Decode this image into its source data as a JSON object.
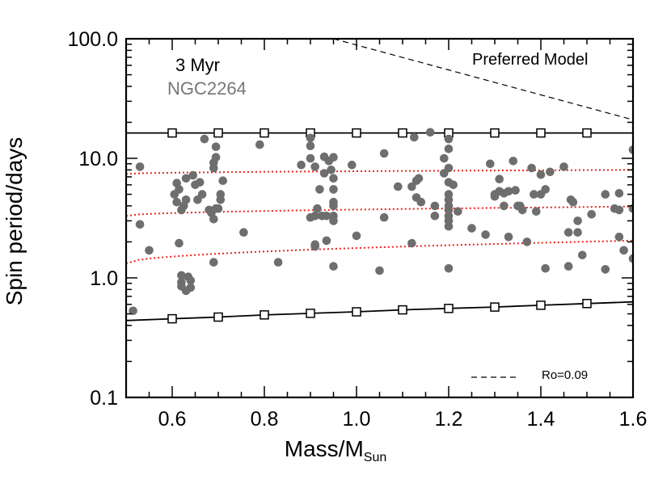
{
  "chart_data": {
    "type": "scatter",
    "xlabel_main": "Mass/M",
    "xlabel_sub": "Sun",
    "ylabel": "Spin period/days",
    "xlim": [
      0.5,
      1.6
    ],
    "ylim": [
      0.1,
      100.0
    ],
    "yscale": "log",
    "x_ticks": [
      "0.6",
      "0.8",
      "1.0",
      "1.2",
      "1.4",
      "1.6"
    ],
    "x_tick_values": [
      0.6,
      0.8,
      1.0,
      1.2,
      1.4,
      1.6
    ],
    "y_ticks": [
      "0.1",
      "1.0",
      "10.0",
      "100.0"
    ],
    "y_tick_values": [
      0.1,
      1.0,
      10.0,
      100.0
    ],
    "annotations": {
      "age": "3 Myr",
      "cluster": "NGC2264",
      "model": "Preferred Model",
      "ro_legend": "Ro=0.09"
    },
    "colors": {
      "points": "#6e6e6e",
      "percentile_lines": "#e8241c",
      "bounds": "#000000",
      "cluster_label": "#777777"
    },
    "upper_bound": {
      "x": [
        0.5,
        0.6,
        0.7,
        0.8,
        0.9,
        1.0,
        1.1,
        1.2,
        1.3,
        1.4,
        1.5,
        1.6
      ],
      "y": [
        16.3,
        16.3,
        16.3,
        16.3,
        16.3,
        16.3,
        16.3,
        16.3,
        16.3,
        16.3,
        16.3,
        16.3
      ]
    },
    "lower_bound": {
      "x": [
        0.5,
        0.6,
        0.7,
        0.8,
        0.9,
        1.0,
        1.1,
        1.2,
        1.3,
        1.4,
        1.5,
        1.6
      ],
      "y": [
        0.44,
        0.455,
        0.47,
        0.49,
        0.505,
        0.52,
        0.54,
        0.555,
        0.57,
        0.59,
        0.61,
        0.63
      ]
    },
    "percentile_lines": [
      {
        "x": [
          0.5,
          1.6
        ],
        "y": [
          7.4,
          8.0
        ]
      },
      {
        "x": [
          0.5,
          1.6
        ],
        "y": [
          3.3,
          3.95
        ]
      },
      {
        "x": [
          0.5,
          1.6
        ],
        "y": [
          1.32,
          2.05
        ]
      }
    ],
    "ro_line": {
      "x": [
        0.95,
        1.6
      ],
      "y": [
        100.0,
        21.0
      ]
    },
    "points": [
      [
        0.515,
        0.53
      ],
      [
        0.53,
        8.5
      ],
      [
        0.53,
        2.8
      ],
      [
        0.55,
        1.7
      ],
      [
        0.605,
        5.0
      ],
      [
        0.61,
        6.2
      ],
      [
        0.61,
        4.3
      ],
      [
        0.615,
        5.5
      ],
      [
        0.615,
        1.95
      ],
      [
        0.62,
        3.7
      ],
      [
        0.62,
        1.05
      ],
      [
        0.62,
        0.92
      ],
      [
        0.62,
        0.85
      ],
      [
        0.625,
        4.0
      ],
      [
        0.63,
        6.8
      ],
      [
        0.63,
        4.5
      ],
      [
        0.63,
        0.78
      ],
      [
        0.635,
        1.02
      ],
      [
        0.64,
        0.95
      ],
      [
        0.64,
        0.83
      ],
      [
        0.645,
        7.2
      ],
      [
        0.65,
        6.0
      ],
      [
        0.655,
        4.5
      ],
      [
        0.66,
        6.3
      ],
      [
        0.665,
        5.0
      ],
      [
        0.67,
        14.5
      ],
      [
        0.68,
        3.7
      ],
      [
        0.685,
        3.5
      ],
      [
        0.69,
        9.2
      ],
      [
        0.69,
        8.3
      ],
      [
        0.695,
        12.5
      ],
      [
        0.695,
        3.8
      ],
      [
        0.69,
        3.1
      ],
      [
        0.69,
        1.35
      ],
      [
        0.695,
        10.2
      ],
      [
        0.7,
        3.8
      ],
      [
        0.705,
        4.5
      ],
      [
        0.705,
        5.0
      ],
      [
        0.71,
        6.5
      ],
      [
        0.755,
        2.4
      ],
      [
        0.79,
        13.0
      ],
      [
        0.83,
        1.35
      ],
      [
        0.88,
        8.8
      ],
      [
        0.9,
        14.8
      ],
      [
        0.9,
        12.7
      ],
      [
        0.9,
        10.0
      ],
      [
        0.9,
        3.2
      ],
      [
        0.91,
        8.5
      ],
      [
        0.91,
        3.3
      ],
      [
        0.91,
        1.9
      ],
      [
        0.91,
        1.83
      ],
      [
        0.915,
        3.8
      ],
      [
        0.92,
        5.5
      ],
      [
        0.925,
        3.3
      ],
      [
        0.93,
        10.3
      ],
      [
        0.93,
        7.5
      ],
      [
        0.935,
        3.3
      ],
      [
        0.935,
        2.05
      ],
      [
        0.94,
        9.5
      ],
      [
        0.945,
        8.0
      ],
      [
        0.95,
        10.2
      ],
      [
        0.95,
        6.8
      ],
      [
        0.95,
        5.5
      ],
      [
        0.95,
        4.3
      ],
      [
        0.95,
        4.0
      ],
      [
        0.95,
        3.3
      ],
      [
        0.95,
        3.0
      ],
      [
        0.95,
        1.25
      ],
      [
        0.99,
        8.8
      ],
      [
        1.0,
        2.25
      ],
      [
        1.05,
        1.15
      ],
      [
        1.06,
        11.0
      ],
      [
        1.06,
        3.2
      ],
      [
        1.09,
        5.8
      ],
      [
        1.12,
        5.8
      ],
      [
        1.12,
        1.95
      ],
      [
        1.125,
        15.0
      ],
      [
        1.13,
        6.5
      ],
      [
        1.13,
        4.7
      ],
      [
        1.135,
        6.8
      ],
      [
        1.14,
        4.3
      ],
      [
        1.16,
        16.5
      ],
      [
        1.17,
        4.0
      ],
      [
        1.17,
        3.3
      ],
      [
        1.19,
        10.0
      ],
      [
        1.19,
        7.5
      ],
      [
        1.2,
        14.5
      ],
      [
        1.2,
        12.0
      ],
      [
        1.2,
        8.3
      ],
      [
        1.2,
        6.3
      ],
      [
        1.2,
        5.0
      ],
      [
        1.2,
        4.5
      ],
      [
        1.2,
        4.0
      ],
      [
        1.2,
        3.7
      ],
      [
        1.2,
        3.3
      ],
      [
        1.2,
        3.0
      ],
      [
        1.2,
        2.7
      ],
      [
        1.2,
        1.2
      ],
      [
        1.21,
        6.0
      ],
      [
        1.22,
        3.6
      ],
      [
        1.25,
        2.6
      ],
      [
        1.28,
        2.3
      ],
      [
        1.29,
        9.0
      ],
      [
        1.3,
        5.0
      ],
      [
        1.3,
        4.8
      ],
      [
        1.31,
        6.7
      ],
      [
        1.31,
        5.3
      ],
      [
        1.32,
        5.1
      ],
      [
        1.32,
        4.0
      ],
      [
        1.33,
        2.2
      ],
      [
        1.33,
        5.3
      ],
      [
        1.34,
        9.5
      ],
      [
        1.345,
        5.4
      ],
      [
        1.35,
        4.0
      ],
      [
        1.355,
        4.0
      ],
      [
        1.36,
        3.7
      ],
      [
        1.37,
        2.0
      ],
      [
        1.38,
        8.3
      ],
      [
        1.385,
        5.0
      ],
      [
        1.39,
        3.6
      ],
      [
        1.4,
        7.3
      ],
      [
        1.4,
        5.0
      ],
      [
        1.41,
        5.5
      ],
      [
        1.41,
        1.2
      ],
      [
        1.42,
        7.7
      ],
      [
        1.45,
        8.5
      ],
      [
        1.46,
        1.25
      ],
      [
        1.46,
        2.4
      ],
      [
        1.465,
        4.5
      ],
      [
        1.47,
        4.3
      ],
      [
        1.48,
        2.4
      ],
      [
        1.48,
        3.0
      ],
      [
        1.49,
        1.55
      ],
      [
        1.51,
        3.4
      ],
      [
        1.54,
        1.18
      ],
      [
        1.54,
        5.0
      ],
      [
        1.56,
        3.8
      ],
      [
        1.57,
        3.7
      ],
      [
        1.57,
        5.1
      ],
      [
        1.57,
        2.2
      ],
      [
        1.58,
        1.7
      ],
      [
        1.6,
        11.8
      ],
      [
        1.6,
        3.8
      ],
      [
        1.6,
        1.45
      ]
    ]
  }
}
